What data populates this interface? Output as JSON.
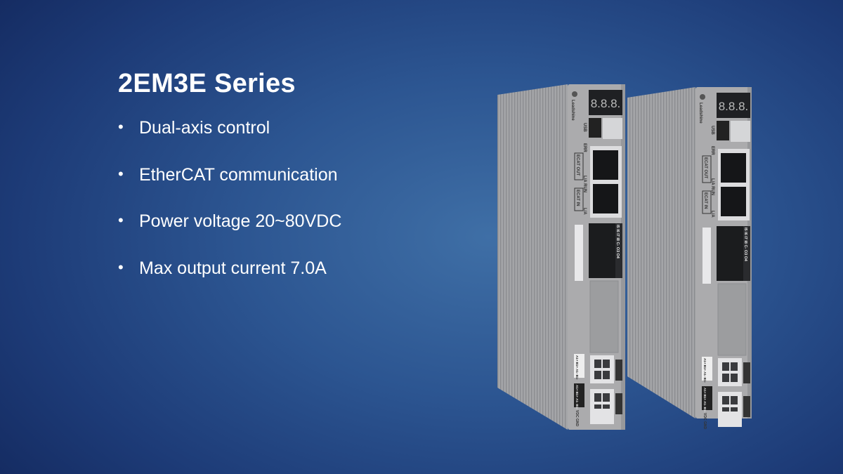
{
  "slide": {
    "title": "2EM3E Series",
    "bullets": [
      "Dual-axis control",
      "EtherCAT communication",
      "Power voltage 20~80VDC",
      "Max output current 7.0A"
    ]
  },
  "product_image": {
    "display": "8.8.8.",
    "labels": [
      "USB",
      "ERR",
      "ECAT OUT",
      "L/A RUN",
      "ECAT IN",
      "L/A",
      "I5 I6 I7 I8 C- O3 O4",
      "A1+ B1+ A1- B1-",
      "VDC GND"
    ],
    "brand": "Leadshine"
  },
  "colors": {
    "background": "#2c5591",
    "text": "#ffffff",
    "device": "#a9aaac"
  }
}
